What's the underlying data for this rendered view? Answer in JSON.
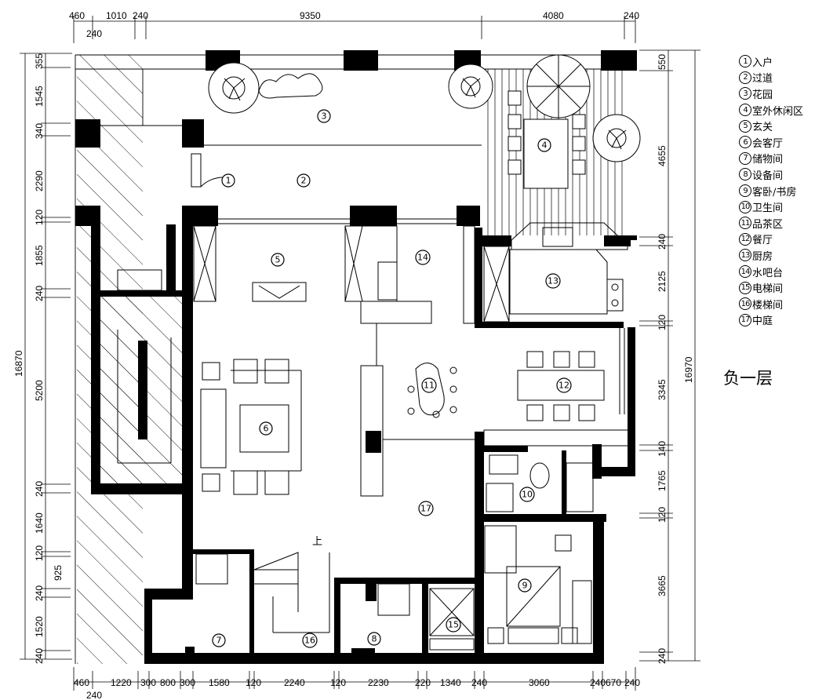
{
  "dims": {
    "top": [
      "460",
      "1010",
      "240",
      "9350",
      "4080",
      "240"
    ],
    "top_sub": [
      "240"
    ],
    "bottom": [
      "460",
      "1220",
      "300",
      "800",
      "300",
      "1580",
      "120",
      "2240",
      "120",
      "2230",
      "220",
      "1340",
      "240",
      "3060",
      "240",
      "670",
      "240"
    ],
    "bottom_sub": [
      "240"
    ],
    "left": [
      "355",
      "1545",
      "340",
      "2290",
      "120",
      "1855",
      "240",
      "5200",
      "240",
      "1640",
      "120",
      "925",
      "240",
      "1520",
      "240"
    ],
    "left_total": "16870",
    "right": [
      "550",
      "4655",
      "240",
      "2125",
      "120",
      "3345",
      "140",
      "1765",
      "120",
      "3665",
      "240"
    ],
    "right_total": "16970"
  },
  "room_markers": {
    "m1": "1",
    "m2": "2",
    "m3": "3",
    "m4": "4",
    "m5": "5",
    "m6": "6",
    "m7": "7",
    "m8": "8",
    "m9": "9",
    "m10": "10",
    "m11": "11",
    "m12": "12",
    "m13": "13",
    "m14": "14",
    "m15": "15",
    "m16": "16",
    "m17": "17"
  },
  "stair_up_label": "上",
  "legend": [
    {
      "num": "1",
      "label": "入户"
    },
    {
      "num": "2",
      "label": "过道"
    },
    {
      "num": "3",
      "label": "花园"
    },
    {
      "num": "4",
      "label": "室外休闲区"
    },
    {
      "num": "5",
      "label": "玄关"
    },
    {
      "num": "6",
      "label": "会客厅"
    },
    {
      "num": "7",
      "label": "储物间"
    },
    {
      "num": "8",
      "label": "设备间"
    },
    {
      "num": "9",
      "label": "客卧/书房"
    },
    {
      "num": "10",
      "label": "卫生间"
    },
    {
      "num": "11",
      "label": "品茶区"
    },
    {
      "num": "12",
      "label": "餐厅"
    },
    {
      "num": "13",
      "label": "厨房"
    },
    {
      "num": "14",
      "label": "水吧台"
    },
    {
      "num": "15",
      "label": "电梯间"
    },
    {
      "num": "16",
      "label": "楼梯间"
    },
    {
      "num": "17",
      "label": "中庭"
    }
  ],
  "floor_label": "负一层"
}
